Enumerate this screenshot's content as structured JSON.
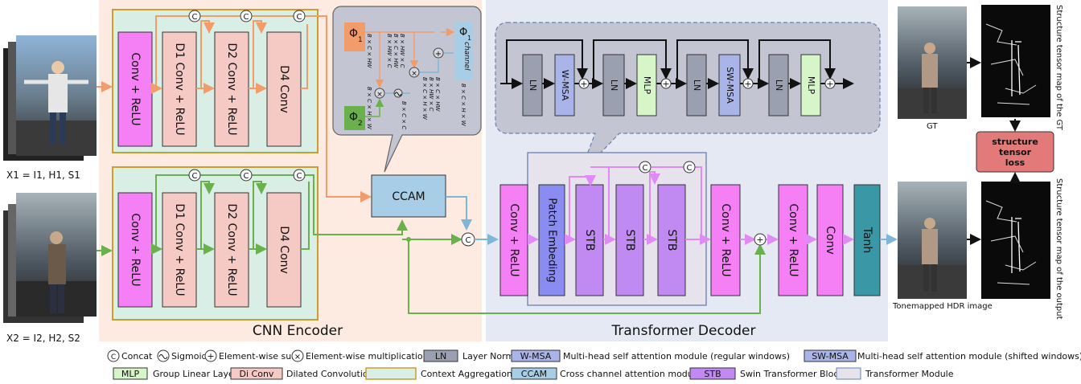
{
  "inputs": {
    "x1_label": "X1 = I1, H1, S1",
    "x2_label": "X2 = I2, H2, S2"
  },
  "encoder": {
    "title": "CNN Encoder",
    "blocks": [
      "Conv + ReLU",
      "D1 Conv + ReLU",
      "D2 Conv + ReLU",
      "D4 Conv"
    ]
  },
  "ccam": {
    "label": "CCAM",
    "phi1": "Φ",
    "phi1_sub": "1",
    "phi2": "Φ",
    "phi2_sub": "2",
    "phi_channel": "Φ",
    "phi_channel_sup": "channel",
    "phi_channel_sub": "1",
    "dims": [
      "B × C × HW",
      "B × HW × C",
      "B × C × HW",
      "B × HW × C",
      "B × C × H × W",
      "B × C × C",
      "B × C × H × W",
      "B × HW × C",
      "B × C × HW",
      "B × C × H × W"
    ]
  },
  "decoder": {
    "title": "Transformer Decoder",
    "blocks": [
      "Conv + ReLU",
      "Patch Embeding",
      "STB",
      "STB",
      "STB",
      "Conv + ReLU",
      "Conv + ReLU",
      "Conv",
      "Tanh"
    ]
  },
  "stb_detail": {
    "blocks": [
      "LN",
      "W-MSA",
      "LN",
      "MLP",
      "LN",
      "SW-MSA",
      "LN",
      "MLP"
    ]
  },
  "outputs": {
    "gt_label": "GT",
    "tonemapped_label": "Tonemapped HDR image",
    "tensor_gt_label": "Structure tensor map of the GT",
    "tensor_out_label": "Structure tensor map of the output",
    "loss_label_1": "structure",
    "loss_label_2": "tensor",
    "loss_label_3": "loss"
  },
  "symbols": {
    "concat": "C",
    "plus": "+",
    "times": "×"
  },
  "legend": {
    "concat": "Concat",
    "sigmoid": "Sigmoid",
    "sum": "Element-wise sum",
    "mult": "Element-wise multiplication",
    "ln_box": "LN",
    "ln_text": "Layer Norm",
    "wmsa_box": "W-MSA",
    "wmsa_text": "Multi-head self attention module (regular windows)",
    "swmsa_box": "SW-MSA",
    "swmsa_text": "Multi-head self attention module (shifted windows)",
    "mlp_box": "MLP",
    "mlp_text": "Group Linear Layer",
    "diconv_box": "Di Conv",
    "diconv_text": "Dilated Convolution",
    "can_text": "Context Aggregation Network",
    "ccam_box": "CCAM",
    "ccam_text": "Cross channel attention module",
    "stb_box": "STB",
    "stb_text": "Swin Transformer Block",
    "tm_text": "Transformer Module"
  },
  "colors": {
    "conv_relu": "#f57ff5",
    "dconv": "#f5c9c4",
    "can_bg": "#d9efe5",
    "can_border": "#c8a030",
    "encoder_bg": "#fde8dc",
    "decoder_bg": "#e3e8f4",
    "ccam": "#a8cde6",
    "stb": "#c08af2",
    "patch": "#8a8cf2",
    "tanh": "#3a97a5",
    "ln": "#9aa0b0",
    "wmsa": "#a9b4e8",
    "mlp": "#d6f5c8",
    "loss": "#e37a7a",
    "orange_line": "#f39c6b",
    "green_line": "#6ab04c",
    "purple_line": "#c98af0",
    "blue_line": "#7fb6d8"
  }
}
